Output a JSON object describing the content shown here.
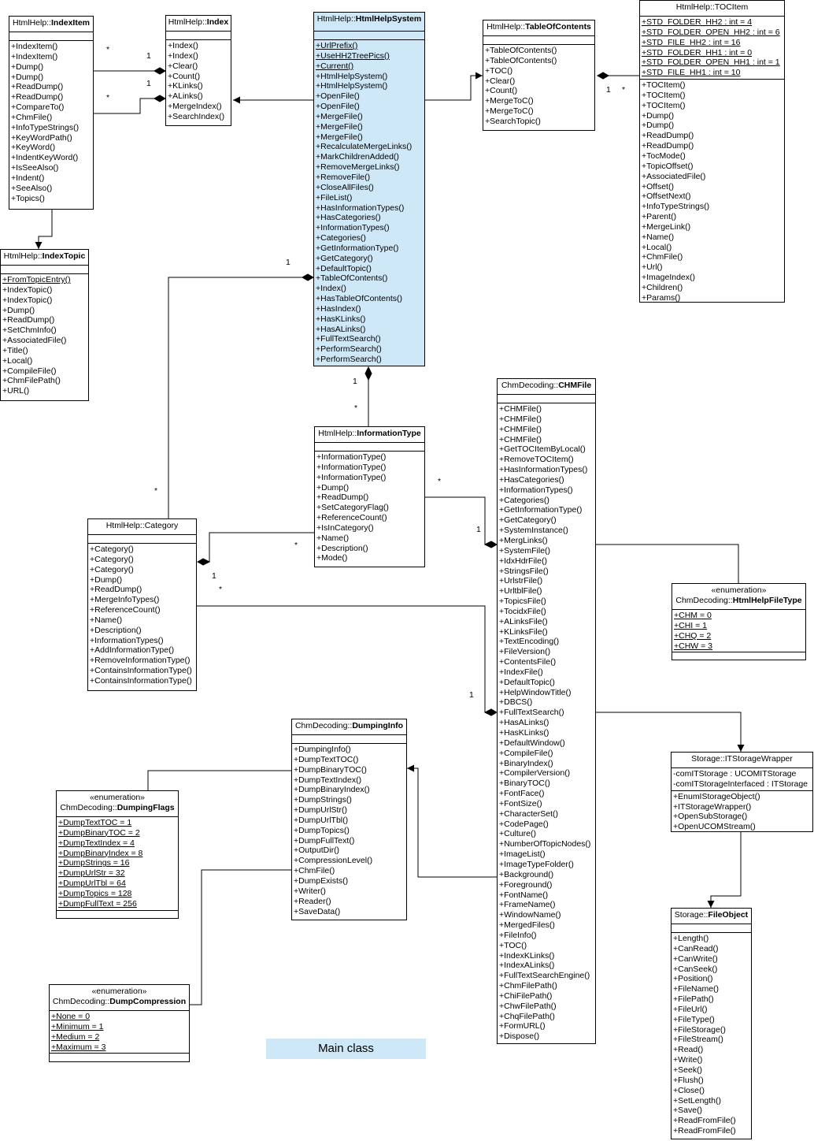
{
  "note": {
    "label": "Main class"
  },
  "classes": {
    "indexitem": {
      "ns": "HtmlHelp::",
      "name": "IndexItem",
      "attributes": [],
      "operations": [
        "+IndexItem()",
        "+IndexItem()",
        "+Dump()",
        "+Dump()",
        "+ReadDump()",
        "+ReadDump()",
        "+CompareTo()",
        "+ChmFile()",
        "+InfoTypeStrings()",
        "+KeyWordPath()",
        "+KeyWord()",
        "+IndentKeyWord()",
        "+IsSeeAlso()",
        "+Indent()",
        "+SeeAlso()",
        "+Topics()"
      ]
    },
    "index": {
      "ns": "HtmlHelp::",
      "name": "Index",
      "attributes": [],
      "operations": [
        "+Index()",
        "+Index()",
        "+Clear()",
        "+Count()",
        "+KLinks()",
        "+ALinks()",
        "+MergeIndex()",
        "+SearchIndex()"
      ]
    },
    "htmlhelpsystem": {
      "ns": "HtmlHelp::",
      "name": "HtmlHelpSystem",
      "attributes": [],
      "static_operations": [
        "+UrlPrefix()",
        "+UseHH2TreePics()",
        "+Current()"
      ],
      "operations": [
        "+HtmlHelpSystem()",
        "+HtmlHelpSystem()",
        "+OpenFile()",
        "+OpenFile()",
        "+MergeFile()",
        "+MergeFile()",
        "+MergeFile()",
        "+RecalculateMergeLinks()",
        "+MarkChildrenAdded()",
        "+RemoveMergeLinks()",
        "+RemoveFile()",
        "+CloseAllFiles()",
        "+FileList()",
        "+HasInformationTypes()",
        "+HasCategories()",
        "+InformationTypes()",
        "+Categories()",
        "+GetInformationType()",
        "+GetCategory()",
        "+DefaultTopic()",
        "+TableOfContents()",
        "+Index()",
        "+HasTableOfContents()",
        "+HasIndex()",
        "+HasKLinks()",
        "+HasALinks()",
        "+FullTextSearch()",
        "+PerformSearch()",
        "+PerformSearch()"
      ]
    },
    "toc": {
      "ns": "HtmlHelp::",
      "name": "TableOfContents",
      "attributes": [],
      "operations": [
        "+TableOfContents()",
        "+TableOfContents()",
        "+TOC()",
        "+Clear()",
        "+Count()",
        "+MergeToC()",
        "+MergeToC()",
        "+SearchTopic()"
      ]
    },
    "tocitem": {
      "ns": "HtmlHelp::",
      "name": "TOCItem",
      "attributes": [
        "+STD_FOLDER_HH2 : int = 4",
        "+STD_FOLDER_OPEN_HH2 : int = 6",
        "+STD_FILE_HH2 : int = 16",
        "+STD_FOLDER_HH1 : int = 0",
        "+STD_FOLDER_OPEN_HH1 : int = 1",
        "+STD_FILE_HH1 : int = 10"
      ],
      "operations": [
        "+TOCItem()",
        "+TOCItem()",
        "+TOCItem()",
        "+Dump()",
        "+Dump()",
        "+ReadDump()",
        "+ReadDump()",
        "+TocMode()",
        "+TopicOffset()",
        "+AssociatedFile()",
        "+Offset()",
        "+OffsetNext()",
        "+InfoTypeStrings()",
        "+Parent()",
        "+MergeLink()",
        "+Name()",
        "+Local()",
        "+ChmFile()",
        "+Url()",
        "+ImageIndex()",
        "+Children()",
        "+Params()"
      ]
    },
    "indextopic": {
      "ns": "HtmlHelp::",
      "name": "IndexTopic",
      "attributes": [],
      "static_operations": [
        "+FromTopicEntry()"
      ],
      "operations": [
        "+IndexTopic()",
        "+IndexTopic()",
        "+Dump()",
        "+ReadDump()",
        "+SetChmInfo()",
        "+AssociatedFile()",
        "+Title()",
        "+Local()",
        "+CompileFile()",
        "+ChmFilePath()",
        "+URL()"
      ]
    },
    "informationtype": {
      "ns": "HtmlHelp::",
      "name": "InformationType",
      "attributes": [],
      "operations": [
        "+InformationType()",
        "+InformationType()",
        "+InformationType()",
        "+Dump()",
        "+ReadDump()",
        "+SetCategoryFlag()",
        "+ReferenceCount()",
        "+IsInCategory()",
        "+Name()",
        "+Description()",
        "+Mode()"
      ]
    },
    "category": {
      "ns": "HtmlHelp::",
      "name": "Category",
      "attributes": [],
      "operations": [
        "+Category()",
        "+Category()",
        "+Category()",
        "+Dump()",
        "+ReadDump()",
        "+MergeInfoTypes()",
        "+ReferenceCount()",
        "+Name()",
        "+Description()",
        "+InformationTypes()",
        "+AddInformationType()",
        "+RemoveInformationType()",
        "+ContainsInformationType()",
        "+ContainsInformationType()"
      ]
    },
    "chmfile": {
      "ns": "ChmDecoding::",
      "name": "CHMFile",
      "attributes": [],
      "operations": [
        "+CHMFile()",
        "+CHMFile()",
        "+CHMFile()",
        "+CHMFile()",
        "+GetTOCItemByLocal()",
        "+RemoveTOCItem()",
        "+HasInformationTypes()",
        "+HasCategories()",
        "+InformationTypes()",
        "+Categories()",
        "+GetInformationType()",
        "+GetCategory()",
        "+SystemInstance()",
        "+MergLinks()",
        "+SystemFile()",
        "+IdxHdrFile()",
        "+StringsFile()",
        "+UrlstrFile()",
        "+UrltblFile()",
        "+TopicsFile()",
        "+TocidxFile()",
        "+ALinksFile()",
        "+KLinksFile()",
        "+TextEncoding()",
        "+FileVersion()",
        "+ContentsFile()",
        "+IndexFile()",
        "+DefaultTopic()",
        "+HelpWindowTitle()",
        "+DBCS()",
        "+FullTextSearch()",
        "+HasALinks()",
        "+HasKLinks()",
        "+DefaultWindow()",
        "+CompileFile()",
        "+BinaryIndex()",
        "+CompilerVersion()",
        "+BinaryTOC()",
        "+FontFace()",
        "+FontSize()",
        "+CharacterSet()",
        "+CodePage()",
        "+Culture()",
        "+NumberOfTopicNodes()",
        "+ImageList()",
        "+ImageTypeFolder()",
        "+Background()",
        "+Foreground()",
        "+FontName()",
        "+FrameName()",
        "+WindowName()",
        "+MergedFiles()",
        "+FileInfo()",
        "+TOC()",
        "+IndexKLinks()",
        "+IndexALinks()",
        "+FullTextSearchEngine()",
        "+ChmFilePath()",
        "+ChiFilePath()",
        "+ChwFilePath()",
        "+ChqFilePath()",
        "+FormURL()",
        "+Dispose()"
      ]
    },
    "htmlhelpfiletype": {
      "stereotype": "«enumeration»",
      "ns": "ChmDecoding::",
      "name": "HtmlHelpFileType",
      "literals": [
        "+CHM = 0",
        "+CHI = 1",
        "+CHQ = 2",
        "+CHW = 3"
      ],
      "operations": []
    },
    "dumpinginfo": {
      "ns": "ChmDecoding::",
      "name": "DumpingInfo",
      "attributes": [],
      "operations": [
        "+DumpingInfo()",
        "+DumpTextTOC()",
        "+DumpBinaryTOC()",
        "+DumpTextIndex()",
        "+DumpBinaryIndex()",
        "+DumpStrings()",
        "+DumpUrlStr()",
        "+DumpUrlTbl()",
        "+DumpTopics()",
        "+DumpFullText()",
        "+OutputDir()",
        "+CompressionLevel()",
        "+ChmFile()",
        "+DumpExists()",
        "+Writer()",
        "+Reader()",
        "+SaveData()"
      ]
    },
    "dumpingflags": {
      "stereotype": "«enumeration»",
      "ns": "ChmDecoding::",
      "name": "DumpingFlags",
      "literals": [
        "+DumpTextTOC = 1",
        "+DumpBinaryTOC = 2",
        "+DumpTextIndex = 4",
        "+DumpBinaryIndex = 8",
        "+DumpStrings = 16",
        "+DumpUrlStr = 32",
        "+DumpUrlTbl = 64",
        "+DumpTopics = 128",
        "+DumpFullText = 256"
      ],
      "operations": []
    },
    "dumpcompression": {
      "stereotype": "«enumeration»",
      "ns": "ChmDecoding::",
      "name": "DumpCompression",
      "literals": [
        "+None = 0",
        "+Minimum = 1",
        "+Medium = 2",
        "+Maximum = 3"
      ],
      "operations": []
    },
    "itstoragewrapper": {
      "ns": "Storage::",
      "name": "ITStorageWrapper",
      "attributes": [
        "-comITStorage : UCOMITStorage",
        "-comITStorageInterfaced : ITStorage"
      ],
      "operations": [
        "+EnumIStorageObject()",
        "+ITStorageWrapper()",
        "+OpenSubStorage()",
        "+OpenUCOMStream()"
      ]
    },
    "fileobject": {
      "ns": "Storage::",
      "name": "FileObject",
      "attributes": [],
      "operations": [
        "+Length()",
        "+CanRead()",
        "+CanWrite()",
        "+CanSeek()",
        "+Position()",
        "+FileName()",
        "+FilePath()",
        "+FileUrl()",
        "+FileType()",
        "+FileStorage()",
        "+FileStream()",
        "+Read()",
        "+Write()",
        "+Seek()",
        "+Flush()",
        "+Close()",
        "+SetLength()",
        "+Save()",
        "+ReadFromFile()",
        "+ReadFromFile()"
      ]
    }
  },
  "multiplicities": [
    {
      "id": "m1",
      "text": "*"
    },
    {
      "id": "m2",
      "text": "1"
    },
    {
      "id": "m3",
      "text": "1"
    },
    {
      "id": "m4",
      "text": "*"
    },
    {
      "id": "m5",
      "text": "1"
    },
    {
      "id": "m6",
      "text": "*"
    },
    {
      "id": "m7",
      "text": "1"
    },
    {
      "id": "m8",
      "text": "*"
    },
    {
      "id": "m9",
      "text": "1"
    },
    {
      "id": "m10",
      "text": "*"
    },
    {
      "id": "m11",
      "text": "*"
    },
    {
      "id": "m12",
      "text": "1"
    },
    {
      "id": "m13",
      "text": "*"
    },
    {
      "id": "m14",
      "text": "1"
    },
    {
      "id": "m15",
      "text": "*"
    },
    {
      "id": "m16",
      "text": "1"
    }
  ]
}
